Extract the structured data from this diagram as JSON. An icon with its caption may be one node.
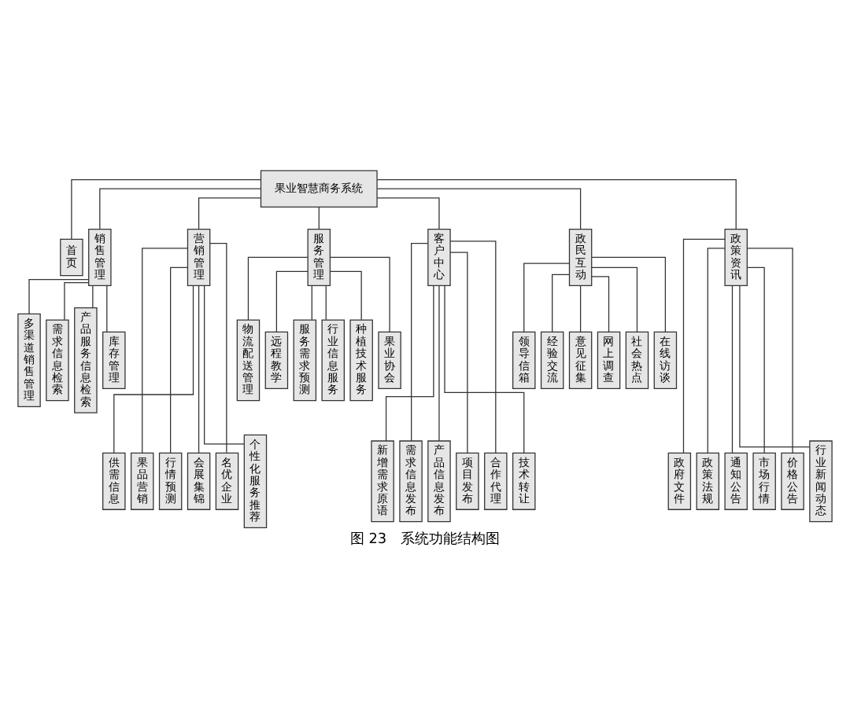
{
  "diagram": {
    "caption": "图 23　系统功能结构图",
    "nodes": [
      {
        "text": [
          "果业智慧商务系统"
        ]
      },
      {
        "text": [
          "首页"
        ]
      },
      {
        "text": [
          "销售管理"
        ]
      },
      {
        "text": [
          "营销管理"
        ]
      },
      {
        "text": [
          "服务管理"
        ]
      },
      {
        "text": [
          "客户中心"
        ]
      },
      {
        "text": [
          "政民互动"
        ]
      },
      {
        "text": [
          "政策资讯"
        ]
      },
      {
        "text": [
          "多渠道销售管理"
        ]
      },
      {
        "text": [
          "需求信息检索"
        ]
      },
      {
        "text": [
          "产品服务信息检索"
        ]
      },
      {
        "text": [
          "库存管理"
        ]
      },
      {
        "text": [
          "物流配送管理"
        ]
      },
      {
        "text": [
          "远程教学"
        ]
      },
      {
        "text": [
          "服务需求预测"
        ]
      },
      {
        "text": [
          "行业信息服务"
        ]
      },
      {
        "text": [
          "种植技术服务"
        ]
      },
      {
        "text": [
          "果业协会"
        ]
      },
      {
        "text": [
          "领导信箱"
        ]
      },
      {
        "text": [
          "经验交流"
        ]
      },
      {
        "text": [
          "意见征集"
        ]
      },
      {
        "text": [
          "网上调查"
        ]
      },
      {
        "text": [
          "社会热点"
        ]
      },
      {
        "text": [
          "在线访谈"
        ]
      },
      {
        "text": [
          "供需信息"
        ]
      },
      {
        "text": [
          "果品营销"
        ]
      },
      {
        "text": [
          "行情预测"
        ]
      },
      {
        "text": [
          "会展集锦"
        ]
      },
      {
        "text": [
          "名优企业"
        ]
      },
      {
        "text": [
          "个性化服务推荐"
        ]
      },
      {
        "text": [
          "新增需求原语"
        ]
      },
      {
        "text": [
          "需求信息发布"
        ]
      },
      {
        "text": [
          "产品信息发布"
        ]
      },
      {
        "text": [
          "项目发布"
        ]
      },
      {
        "text": [
          "合作代理"
        ]
      },
      {
        "text": [
          "技术转让"
        ]
      },
      {
        "text": [
          "政府文件"
        ]
      },
      {
        "text": [
          "政策法规"
        ]
      },
      {
        "text": [
          "通知公告"
        ]
      },
      {
        "text": [
          "市场行情"
        ]
      },
      {
        "text": [
          "价格公告"
        ]
      },
      {
        "text": [
          "行业新闻动态"
        ]
      }
    ],
    "edges": [
      {
        "from": 0,
        "to": 1,
        "arrow": "none"
      },
      {
        "from": 0,
        "to": 2,
        "arrow": "none"
      },
      {
        "from": 0,
        "to": 3,
        "arrow": "none"
      },
      {
        "from": 0,
        "to": 4,
        "arrow": "none"
      },
      {
        "from": 0,
        "to": 5,
        "arrow": "none"
      },
      {
        "from": 0,
        "to": 6,
        "arrow": "none"
      },
      {
        "from": 0,
        "to": 7,
        "arrow": "none"
      },
      {
        "from": 2,
        "to": 8,
        "arrow": "none"
      },
      {
        "from": 2,
        "to": 9,
        "arrow": "none"
      },
      {
        "from": 2,
        "to": 10,
        "arrow": "none"
      },
      {
        "from": 2,
        "to": 11,
        "arrow": "none"
      },
      {
        "from": 4,
        "to": 12,
        "arrow": "none"
      },
      {
        "from": 4,
        "to": 13,
        "arrow": "none"
      },
      {
        "from": 4,
        "to": 14,
        "arrow": "none"
      },
      {
        "from": 4,
        "to": 15,
        "arrow": "none"
      },
      {
        "from": 4,
        "to": 16,
        "arrow": "none"
      },
      {
        "from": 4,
        "to": 17,
        "arrow": "none"
      },
      {
        "from": 6,
        "to": 18,
        "arrow": "none"
      },
      {
        "from": 6,
        "to": 19,
        "arrow": "none"
      },
      {
        "from": 6,
        "to": 20,
        "arrow": "none"
      },
      {
        "from": 6,
        "to": 21,
        "arrow": "none"
      },
      {
        "from": 6,
        "to": 22,
        "arrow": "none"
      },
      {
        "from": 6,
        "to": 23,
        "arrow": "none"
      },
      {
        "from": 3,
        "to": 24,
        "arrow": "none"
      },
      {
        "from": 3,
        "to": 25,
        "arrow": "none"
      },
      {
        "from": 3,
        "to": 26,
        "arrow": "none"
      },
      {
        "from": 3,
        "to": 27,
        "arrow": "none"
      },
      {
        "from": 3,
        "to": 28,
        "arrow": "none"
      },
      {
        "from": 3,
        "to": 29,
        "arrow": "none"
      },
      {
        "from": 5,
        "to": 30,
        "arrow": "none"
      },
      {
        "from": 5,
        "to": 31,
        "arrow": "none"
      },
      {
        "from": 5,
        "to": 32,
        "arrow": "none"
      },
      {
        "from": 5,
        "to": 33,
        "arrow": "none"
      },
      {
        "from": 5,
        "to": 34,
        "arrow": "none"
      },
      {
        "from": 5,
        "to": 35,
        "arrow": "none"
      },
      {
        "from": 7,
        "to": 36,
        "arrow": "none"
      },
      {
        "from": 7,
        "to": 37,
        "arrow": "none"
      },
      {
        "from": 7,
        "to": 38,
        "arrow": "none"
      },
      {
        "from": 7,
        "to": 39,
        "arrow": "none"
      },
      {
        "from": 7,
        "to": 40,
        "arrow": "none"
      },
      {
        "from": 7,
        "to": 41,
        "arrow": "none"
      }
    ]
  }
}
